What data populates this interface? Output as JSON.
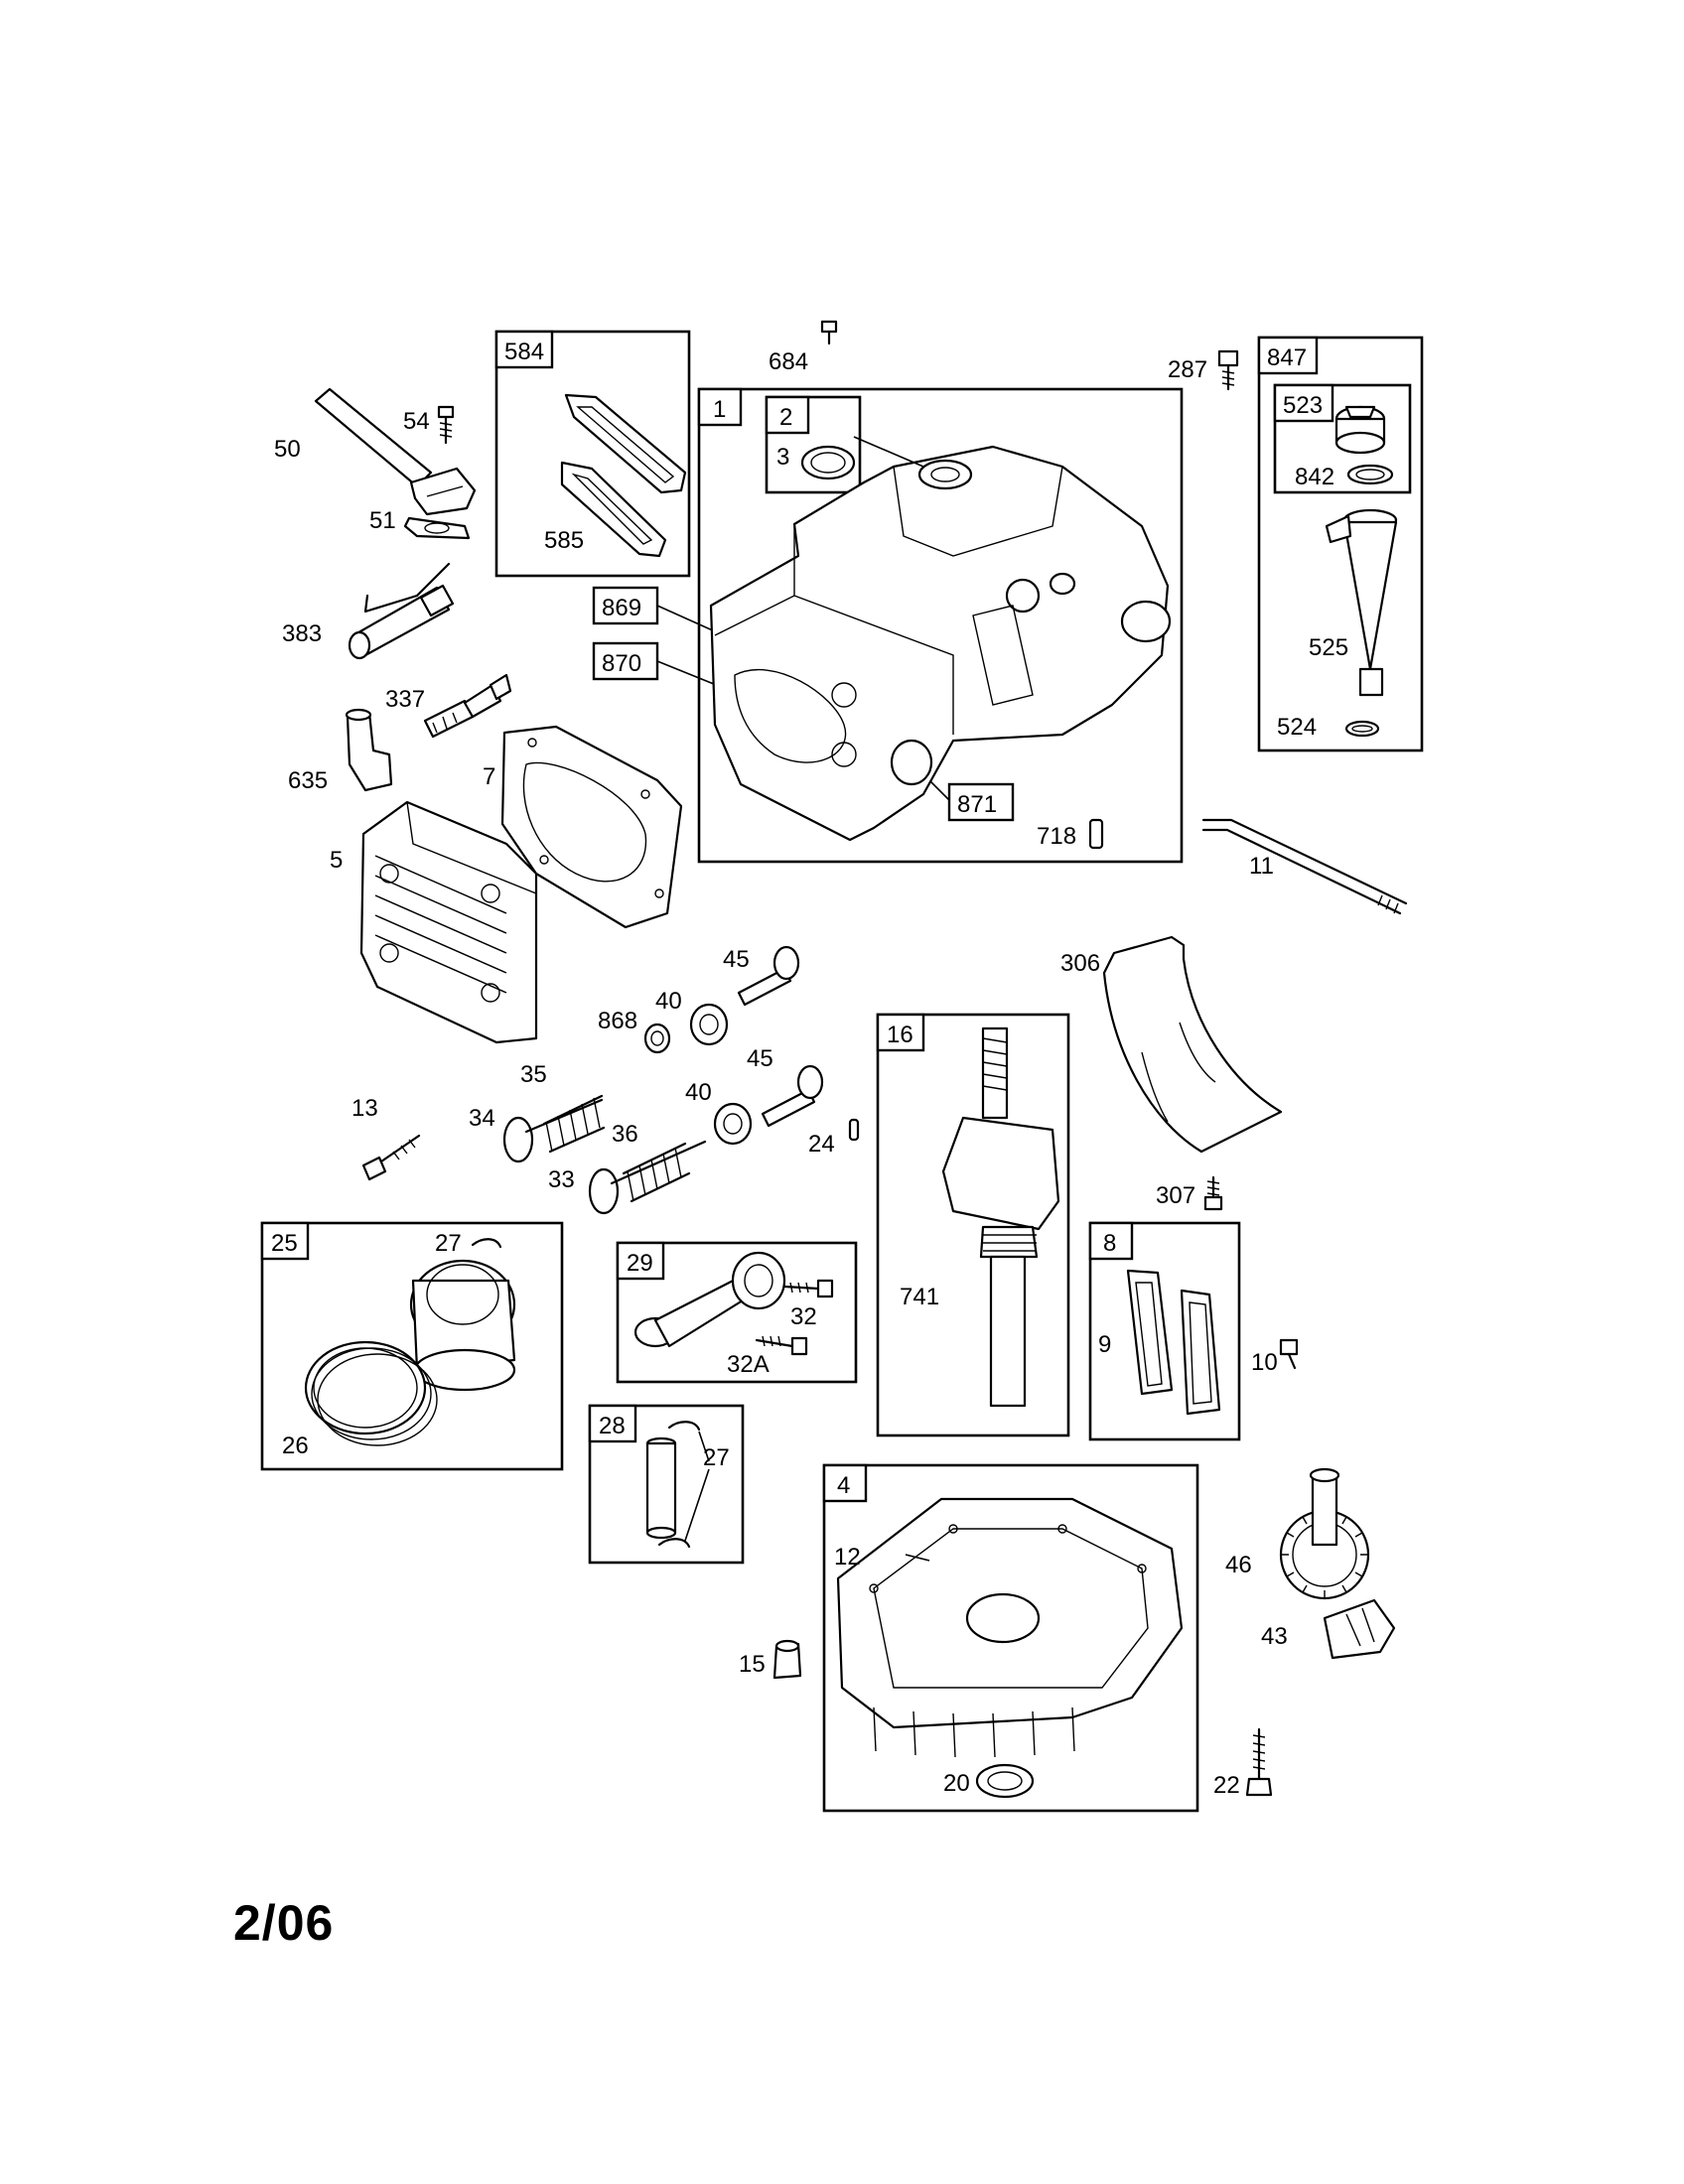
{
  "date_code": "2/06",
  "groups": [
    {
      "id": "584",
      "children": [
        "585"
      ]
    },
    {
      "id": "1",
      "children": [
        "2",
        "3",
        "869",
        "870",
        "871",
        "718"
      ]
    },
    {
      "id": "2",
      "children": [
        "3"
      ]
    },
    {
      "id": "847",
      "children": [
        "523",
        "842",
        "525",
        "524"
      ]
    },
    {
      "id": "523",
      "children": [
        "842"
      ]
    },
    {
      "id": "16",
      "children": [
        "741"
      ]
    },
    {
      "id": "8",
      "children": [
        "9"
      ]
    },
    {
      "id": "25",
      "children": [
        "26",
        "27"
      ]
    },
    {
      "id": "29",
      "children": [
        "32",
        "32A"
      ]
    },
    {
      "id": "28",
      "children": [
        "27"
      ]
    },
    {
      "id": "4",
      "children": [
        "12",
        "20"
      ]
    }
  ],
  "boxed_labels": {
    "b584": "584",
    "b1": "1",
    "b2": "2",
    "b869": "869",
    "b870": "870",
    "b871": "871",
    "b847": "847",
    "b523": "523",
    "b16": "16",
    "b8": "8",
    "b25": "25",
    "b29": "29",
    "b28": "28",
    "b4": "4"
  },
  "labels": {
    "l684": "684",
    "l287": "287",
    "l50": "50",
    "l54": "54",
    "l51": "51",
    "l585": "585",
    "l3": "3",
    "l842": "842",
    "l383": "383",
    "l337": "337",
    "l635": "635",
    "l7": "7",
    "l525": "525",
    "l524": "524",
    "l718": "718",
    "l11": "11",
    "l5": "5",
    "l306": "306",
    "l45a": "45",
    "l40a": "40",
    "l868": "868",
    "l45b": "45",
    "l40b": "40",
    "l13": "13",
    "l35": "35",
    "l34": "34",
    "l36": "36",
    "l33": "33",
    "l24": "24",
    "l741": "741",
    "l307": "307",
    "l27a": "27",
    "l32": "32",
    "l32A": "32A",
    "l9": "9",
    "l10": "10",
    "l26": "26",
    "l27b": "27",
    "l12": "12",
    "l46": "46",
    "l43": "43",
    "l15": "15",
    "l20": "20",
    "l22": "22"
  }
}
